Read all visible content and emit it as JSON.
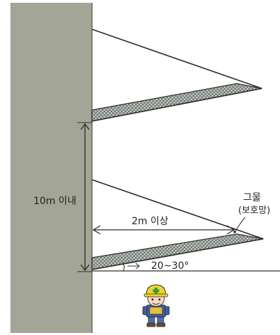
{
  "labels": {
    "height_limit": "10m 이내",
    "net_width": "2m 이상",
    "angle_range": "20~30°",
    "net_name": "그물",
    "net_name_sub": "(보호망)"
  },
  "colors": {
    "wall": "#a3a596",
    "wall_edge": "#7d7f72",
    "net_fill": "#9aa39c",
    "line": "#2b2b2b",
    "helmet": "#f2d22e",
    "shirt": "#3f5f9e",
    "pants": "#4a6fb0",
    "skin": "#f6dcc0",
    "boots": "#6b4a2b"
  },
  "icons": {
    "worker": "construction-worker-icon",
    "helmet_mark": "green-cross-icon"
  }
}
